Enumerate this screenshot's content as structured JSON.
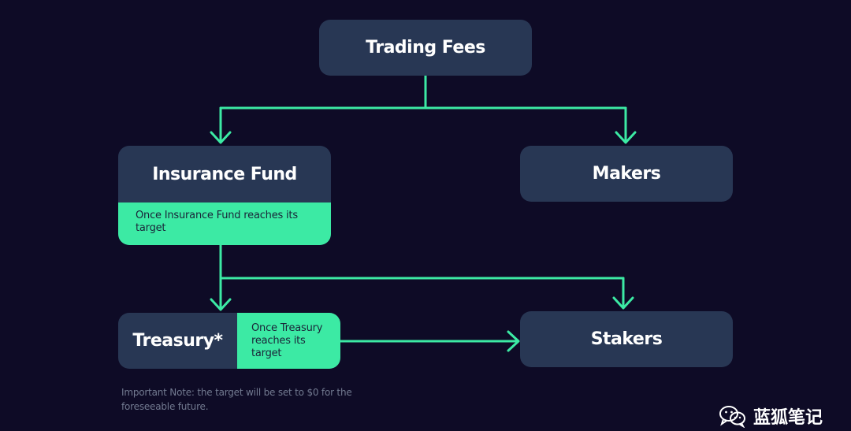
{
  "nodes": {
    "trading_fees": "Trading Fees",
    "insurance_fund": "Insurance Fund",
    "insurance_fund_note": "Once Insurance Fund reaches its target",
    "makers": "Makers",
    "treasury": "Treasury*",
    "treasury_note": "Once Treasury reaches its target",
    "stakers": "Stakers"
  },
  "footnote": "Important Note: the target will be set to $0 for the foreseeable future.",
  "watermark": "蓝狐笔记",
  "colors": {
    "background": "#0e0b26",
    "box": "#283754",
    "accent": "#3ceaa4",
    "footnote": "#727a90"
  },
  "icons": {
    "watermark_icon": "wechat-icon"
  }
}
